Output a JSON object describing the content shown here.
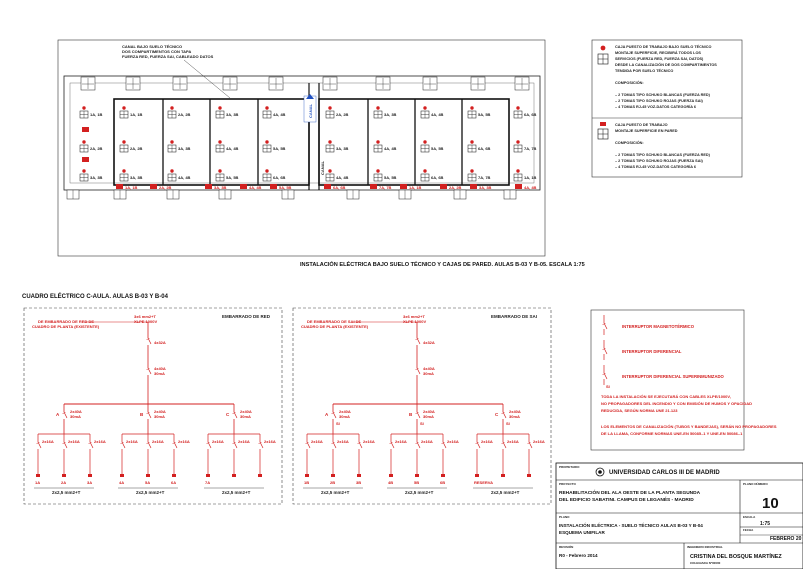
{
  "plan": {
    "title": "INSTALACIÓN ELÉCTRICA BAJO SUELO TÉCNICO Y CAJAS DE PARED. AULAS B-03 Y B-05. ESCALA 1:75",
    "canal_label": [
      "CANAL BAJO SUELO TÉCNICO",
      "DOS COMPARTIMENTOS CON TAPA",
      "FUERZA RED, FUERZA SAI, CABLEADO DATOS"
    ],
    "vertical_labels": [
      "CANAL",
      "CANAL"
    ],
    "circuit_labels": [
      "1A, 1B",
      "2A, 2B",
      "3A, 3B",
      "4A, 4B",
      "5A, 5B",
      "6A, 6B",
      "7A, 7B"
    ]
  },
  "legend_top": {
    "item1": [
      "CAJA PUESTO DE TRABAJO BAJO SUELO TÉCNICO",
      "MONTAJE SUPERFICIE, RECIBIRÁ TODOS LOS",
      "SERVICIOS (FUERZA RED, FUERZA SAI, DATOS)",
      "DESDE LA CANALIZACIÓN DE DOS COMPARTIMENTOS",
      "TENDIDA POR SUELO TÉCNICO",
      "",
      "COMPOSICIÓN:",
      "",
      "  – 2 TOMAS TIPO SCHUKO BLANCAS (FUERZA RED)",
      "  – 2 TOMAS TIPO SCHUKO ROJAS (FUERZA SAI)",
      "  – 4 TOMAS RJ-45 VOZ-DATOS CATEGORÍA 6"
    ],
    "item2": [
      "CAJA PUESTO DE TRABAJO",
      "MONTAJE SUPERFICIE EN PARED",
      "",
      "COMPOSICIÓN:",
      "",
      "  – 2 TOMAS TIPO SCHUKO BLANCAS (FUERZA RED)",
      "  – 2 TOMAS TIPO SCHUKO ROJAS (FUERZA SAI)",
      "  – 4 TOMAS RJ-45 VOZ-DATOS CATEGORÍA 6"
    ]
  },
  "schematic": {
    "title": "CUADRO ELÉCTRICO C-AULA. AULAS B-03 Y B-04",
    "panel_left": {
      "label": "EMBARRADO DE RED",
      "source": [
        "DE EMBARRADO DE RED DE",
        "CUADRO DE PLANTA (EXISTENTE)"
      ],
      "feeder": [
        "3x6 mm2+T",
        "XLPE 1000V"
      ],
      "main": "4x32A",
      "rcd": [
        "4x40A",
        "30mA"
      ],
      "groups": [
        "A",
        "B",
        "C"
      ],
      "group_rcd": [
        "2x40A",
        "30mA"
      ],
      "breaker": "2x16A",
      "outlets": [
        "1A",
        "2A",
        "3A",
        "4A",
        "5A",
        "6A",
        "7A"
      ],
      "cables": [
        "2x2,5 mm2+T",
        "2x2,5 mm2+T",
        "2x2,5 mm2+T"
      ]
    },
    "panel_right": {
      "label": "EMBARRADO DE SAI",
      "source": [
        "DE EMBARRADO DE SAI DE",
        "CUADRO DE PLANTA (EXISTENTE)"
      ],
      "feeder": [
        "3x6 mm2+T",
        "XLPE 1000V"
      ],
      "main": "4x32A",
      "rcd": [
        "4x40A",
        "30mA"
      ],
      "groups": [
        "A",
        "B",
        "C"
      ],
      "group_rcd": [
        "2x40A",
        "30mA"
      ],
      "rcd_tag": "SI",
      "breaker": "2x16A",
      "outlets": [
        "1B",
        "2B",
        "3B",
        "4B",
        "5B",
        "6B",
        "RESERVA"
      ],
      "cables": [
        "2x2,5 mm2+T",
        "2x2,5 mm2+T",
        "2x2,5 mm2+T"
      ]
    }
  },
  "legend_symbols": {
    "items": [
      "INTERRUPTOR MAGNETOTÉRMICO",
      "INTERRUPTOR DIFERENCIAL",
      "INTERRUPTOR DIFERENCIAL SUPERINMUNIZADO"
    ],
    "si_tag": "SI",
    "note1": [
      "TODA LA INSTALACIÓN SE EJECUTARÁ CON CABLES XLPE/1000V,",
      "NO PROPAGADORES DEL INCENDIO Y CON EMISIÓN DE HUMOS Y OPACIDAD",
      "REDUCIDA, SEGÚN NORMA UNE 21.123"
    ],
    "note2": [
      "LOS ELEMENTOS DE CANALIZACIÓN (TUBOS Y BANDEJAS), SERÁN NO PROPAGADORES",
      "DE LA LLAMA, CONFORME NORMAS UNE-EN 50085–1 Y UNE-EN 50086–1"
    ]
  },
  "title_block": {
    "propietario_label": "PROPIETARIO",
    "owner": "UNIVERSIDAD CARLOS III DE MADRID",
    "proyecto_label": "PROYECTO",
    "project": [
      "REHABILITACIÓN DEL ALA OESTE DE LA PLANTA SEGUNDA",
      "DEL EDIFICIO SABATINI. CAMPUS DE LEGANÉS - MADRID"
    ],
    "plano_num_label": "PLANO NÚMERO",
    "plano_number": "10",
    "plano_label": "PLANO",
    "plan_title": [
      "INSTALACIÓN ELÉCTRICA - SUELO TÉCNICO AULAS B-03 Y B-04",
      "ESQUEMA UNIFILAR"
    ],
    "escala_label": "ESCALA",
    "scale": "1:75",
    "fecha_label": "FECHA",
    "date": "FEBRERO 20",
    "revision_label": "REVISIÓN",
    "revision": "R0 - Febrero 2014",
    "ingeniero_label": "INGENIERO INDUSTRIAL",
    "engineer": "CRISTINA DEL BOSQUE MARTÍNEZ",
    "colegiado": "COLEGIADA Nº00000"
  }
}
